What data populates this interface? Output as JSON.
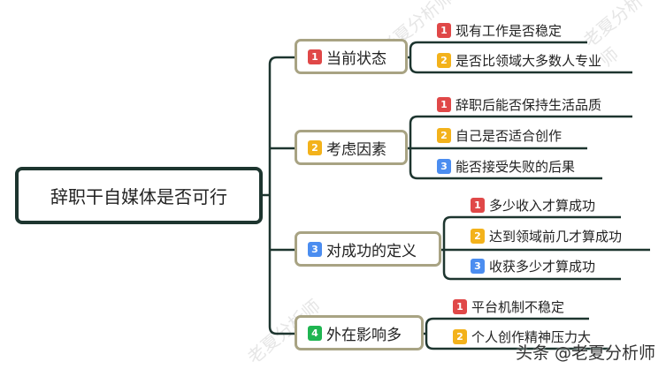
{
  "root": "辞职干自媒体是否可行",
  "colors": {
    "1": "#e04848",
    "2": "#f3b21b",
    "3": "#4b8df0",
    "4": "#1fb551",
    "line": "#1d352f",
    "branch_border": "#a8a383"
  },
  "branches": [
    {
      "num": "1",
      "label": "当前状态",
      "leaves": [
        {
          "num": "1",
          "label": "现有工作是否稳定"
        },
        {
          "num": "2",
          "label": "是否比领域大多数人专业"
        }
      ]
    },
    {
      "num": "2",
      "label": "考虑因素",
      "leaves": [
        {
          "num": "1",
          "label": "辞职后能否保持生活品质"
        },
        {
          "num": "2",
          "label": "自己是否适合创作"
        },
        {
          "num": "3",
          "label": "能否接受失败的后果"
        }
      ]
    },
    {
      "num": "3",
      "label": "对成功的定义",
      "leaves": [
        {
          "num": "1",
          "label": "多少收入才算成功"
        },
        {
          "num": "2",
          "label": "达到领域前几才算成功"
        },
        {
          "num": "3",
          "label": "收获多少才算成功"
        }
      ]
    },
    {
      "num": "4",
      "label": "外在影响多",
      "leaves": [
        {
          "num": "1",
          "label": "平台机制不稳定"
        },
        {
          "num": "2",
          "label": "个人创作精神压力大"
        }
      ]
    }
  ],
  "watermark": "头条 @老夏分析师",
  "ghost_watermark": "老夏分析师"
}
